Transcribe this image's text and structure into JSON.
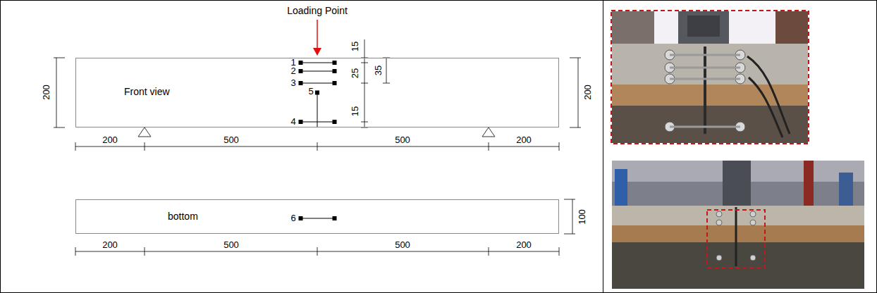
{
  "diagram": {
    "nodes": [
      {
        "text": [
          "Front view"
        ]
      },
      {
        "text": [
          "bottom"
        ]
      }
    ],
    "labels": [
      "Loading Point",
      "1",
      "2",
      "3",
      "5",
      "4",
      "15",
      "25",
      "35",
      "15",
      "200",
      "200",
      "200",
      "500",
      "500",
      "200",
      "6",
      "200",
      "500",
      "500",
      "200",
      "100"
    ]
  }
}
